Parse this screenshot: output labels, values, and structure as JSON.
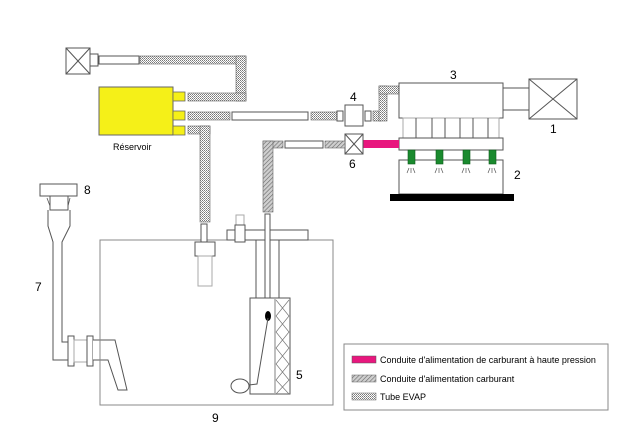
{
  "diagram": {
    "title": "",
    "labels": {
      "throttle": "1",
      "intake_manifold": "2",
      "intake_plenum": "3",
      "purge_valve": "4",
      "fuel_pump_module": "5",
      "pressure_regulator": "6",
      "filler_neck": "7",
      "fuel_cap": "8",
      "fuel_tank": "9",
      "canister": "Réservoir"
    },
    "colors": {
      "high_pressure_line": "#e8177e",
      "canister": "#f5f018",
      "injector": "#1a8a2e",
      "base": "#000000",
      "outline": "#555555",
      "grey_outline": "#aaaaaa"
    },
    "legend": {
      "items": [
        {
          "pattern": "solid-magenta",
          "label": "Conduite d'alimentation de carburant à haute pression"
        },
        {
          "pattern": "diagonal-hatch",
          "label": "Conduite d'alimentation carburant"
        },
        {
          "pattern": "grid-hatch",
          "label": "Tube EVAP"
        }
      ]
    }
  }
}
